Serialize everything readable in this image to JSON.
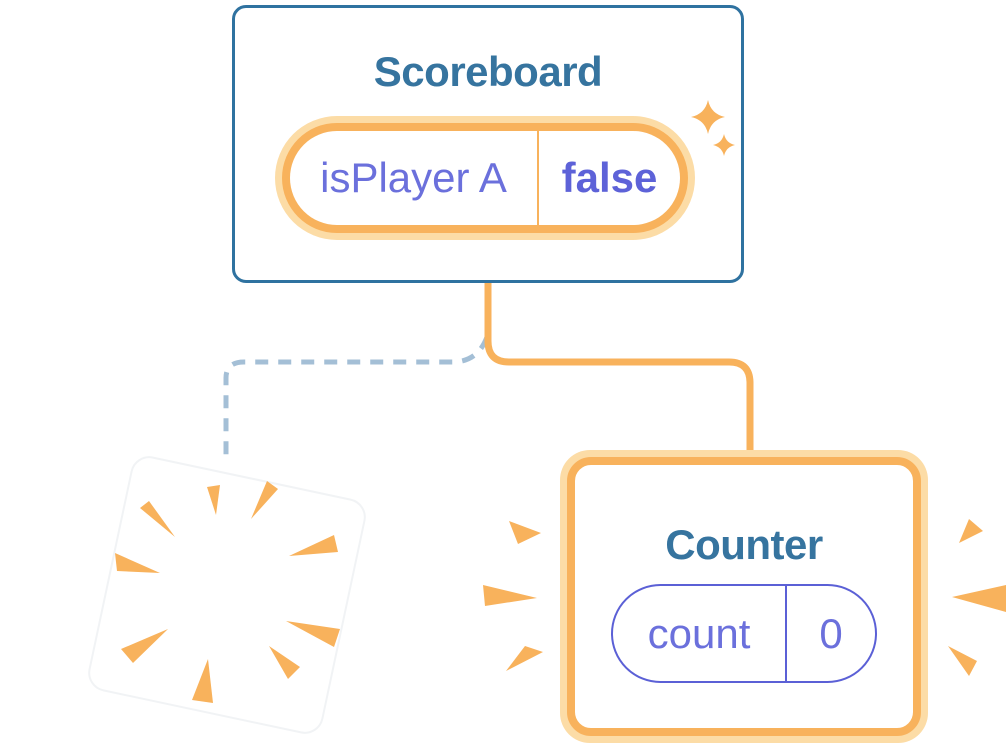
{
  "scoreboard": {
    "title": "Scoreboard",
    "state_pill": {
      "label": "isPlayer A",
      "value": "false"
    }
  },
  "counter": {
    "title": "Counter",
    "state_pill": {
      "label": "count",
      "value": "0"
    }
  },
  "icons": {
    "sparkles": "sparkles-icon",
    "explosion": "explosion-burst-icon",
    "emphasis_left": "emphasis-burst-left-icon",
    "emphasis_right": "emphasis-burst-right-icon"
  },
  "colors": {
    "card_border_blue": "#2f72a0",
    "title_blue": "#36749f",
    "accent_orange": "#f8b25c",
    "accent_orange_light": "#fcdca6",
    "state_purple": "#6b70dc",
    "pill_border_purple": "#5b60d6",
    "dashed_connector": "#a4bfd6",
    "background": "#ffffff"
  }
}
